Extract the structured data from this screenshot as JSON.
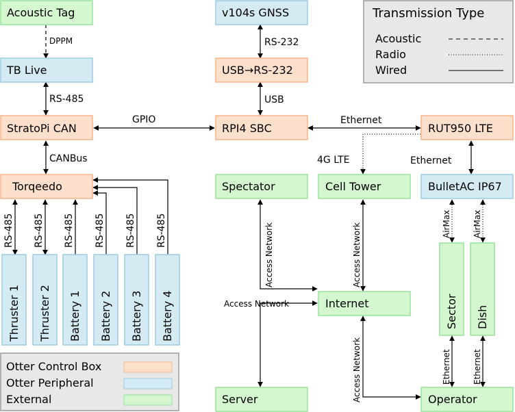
{
  "colors": {
    "control_box_fill": "#fde0cc",
    "control_box_stroke": "#f5b48a",
    "peripheral_fill": "#d4ebf3",
    "peripheral_stroke": "#9ccbe0",
    "external_fill": "#d4f7d0",
    "external_stroke": "#98e09a",
    "legend_fill": "#e8e8e8",
    "legend_stroke": "#9a9a9a"
  },
  "nodes": {
    "acoustic_tag": "Acoustic Tag",
    "tb_live": "TB Live",
    "stratopi_can": "StratoPi CAN",
    "torqeedo": "Torqeedo",
    "v104s_gnss": "v104s GNSS",
    "usb_rs232": "USB→RS-232",
    "rpi4_sbc": "RPI4 SBC",
    "rut950_lte": "RUT950 LTE",
    "spectator": "Spectator",
    "cell_tower": "Cell Tower",
    "bulletac": "BulletAC IP67",
    "internet": "Internet",
    "server": "Server",
    "operator": "Operator",
    "thruster_1": "Thruster 1",
    "thruster_2": "Thruster 2",
    "battery_1": "Battery 1",
    "battery_2": "Battery 2",
    "battery_3": "Battery 3",
    "battery_4": "Battery 4",
    "sector": "Sector",
    "dish": "Dish"
  },
  "edges": {
    "dppm": "DPPM",
    "rs485": "RS-485",
    "canbus": "CANBus",
    "gpio": "GPIO",
    "rs232": "RS-232",
    "usb": "USB",
    "ethernet": "Ethernet",
    "lte_4g": "4G LTE",
    "access_network": "Access Network",
    "airmax": "AirMax"
  },
  "legend_box": {
    "control_box": "Otter Control Box",
    "peripheral": "Otter Peripheral",
    "external": "External"
  },
  "transmission_legend": {
    "title": "Transmission Type",
    "acoustic": "Acoustic",
    "radio": "Radio",
    "wired": "Wired"
  }
}
